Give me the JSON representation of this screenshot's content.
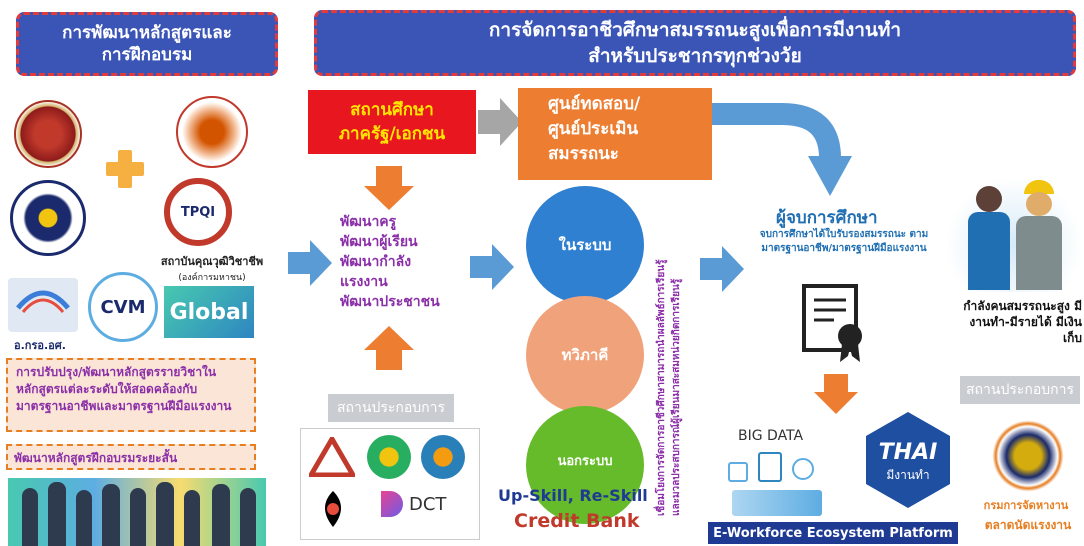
{
  "left_header": "การพัฒนาหลักสูตรและการฝึกอบรม",
  "main_header_line1": "การจัดการอาชีวศึกษาสมรรถนะสูงเพื่อการมีงานทำ",
  "main_header_line2": "สำหรับประชากรทุกช่วงวัย",
  "institution_label": "สถาบันคุณวุฒิวิชาชีพ",
  "institution_sub": "(องค์การมหาชน)",
  "logo_labels": {
    "tpqi": "TPQI",
    "cvm": "CVM",
    "global": "Global",
    "org_short": "อ.กรอ.อศ."
  },
  "reform_box": "การปรับปรุง/พัฒนาหลักสูตรรายวิชาในหลักสูตรแต่ละระดับให้สอดคล้องกับมาตรฐานอาชีพและมาตรฐานฝีมือแรงงาน",
  "short_course": "พัฒนาหลักสูตรฝึกอบรมระยะสั้น",
  "school_box_line1": "สถานศึกษา",
  "school_box_line2": "ภาครัฐ/เอกชน",
  "test_center_line1": "ศูนย์ทดสอบ/",
  "test_center_line2": "ศูนย์ประเมิน",
  "test_center_line3": "สมรรถนะ",
  "develop_list": [
    "พัฒนาครู",
    "พัฒนาผู้เรียน",
    "พัฒนากำลัง",
    "แรงงาน",
    "พัฒนาประชาชน"
  ],
  "enterprise_label": "สถานประกอบการ",
  "circles": [
    "ในระบบ",
    "ทวิภาคี",
    "นอกระบบ"
  ],
  "upskill": "Up-Skill, Re-Skill",
  "credit_bank": "Credit Bank",
  "vertical_text_1": "เชื่อมโยงการจัดการอาชีวศึกษาสามารถนำผลลัพธ์การเรียนรู้",
  "vertical_text_2": "และมวลประสบการณ์ผู้เรียนมาสะสมหน่วยกิตการเรียนรู้",
  "graduate_title": "ผู้จบการศึกษา",
  "graduate_desc": "จบการศึกษาได้ใบรับรองสมรรถนะ ตามมาตรฐานอาชีพ/มาตรฐานฝีมือแรงงาน",
  "workforce_desc": "กำลังคนสมรรถนะสูง มีงานทำ-มีรายได้ มีเงินเก็บ",
  "enterprise_label_right": "สถานประกอบการ",
  "big_data": "BIG DATA",
  "thai_logo": "THAI",
  "thai_sub": "มีงานทำ",
  "dct": "DCT",
  "seal_text": "กรมการจัดหางาน",
  "labor_market": "ตลาดนัดแรงงาน",
  "ecosystem": "E-Workforce Ecosystem Platform",
  "colors": {
    "header_blue": "#3b55b7",
    "dash_red": "#e23b3b",
    "orange": "#ed7d31",
    "blue_arrow": "#5b9bd5",
    "purple": "#8b2fa8",
    "green_circle": "#66bb2a",
    "blue_circle": "#2f80d1",
    "peach_circle": "#f0a27a"
  }
}
